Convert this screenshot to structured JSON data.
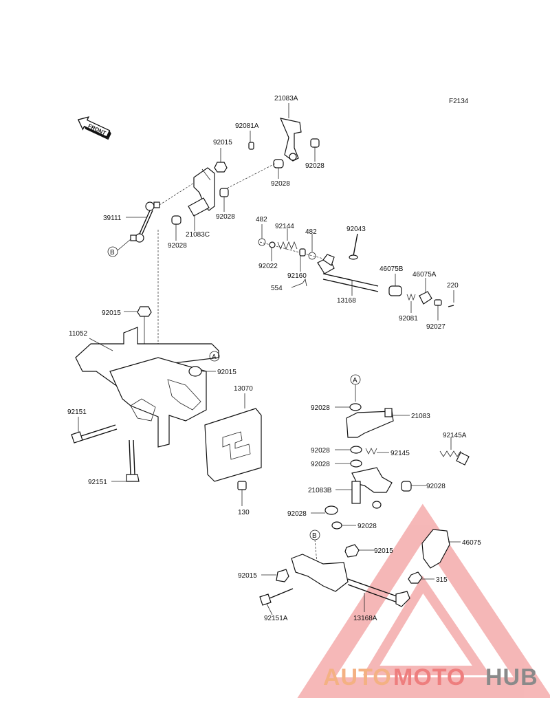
{
  "diagram_code": "F2134",
  "front_label": "FRONT",
  "ref_markers": {
    "a": "A",
    "b": "B"
  },
  "parts": {
    "p21083A": "21083A",
    "p92081A": "92081A",
    "p92015_top": "92015",
    "p92028_a": "92028",
    "p92028_b": "92028",
    "p92028_c": "92028",
    "p39111": "39111",
    "p21083C": "21083C",
    "p92028_d": "92028",
    "p482_a": "482",
    "p92144": "92144",
    "p482_b": "482",
    "p92043": "92043",
    "p92022": "92022",
    "p92160": "92160",
    "p554": "554",
    "p13168": "13168",
    "p46075B": "46075B",
    "p46075A": "46075A",
    "p220": "220",
    "p92081": "92081",
    "p92027": "92027",
    "p92015_mid": "92015",
    "p11052": "11052",
    "p92015_a": "92015",
    "p13070": "13070",
    "p92151_a": "92151",
    "p92151_b": "92151",
    "p130": "130",
    "p92028_e": "92028",
    "p21083": "21083",
    "p92145A": "92145A",
    "p92028_f": "92028",
    "p92145": "92145",
    "p92028_g": "92028",
    "p21083B": "21083B",
    "p92028_h": "92028",
    "p92028_i": "92028",
    "p92028_j": "92028",
    "p46075": "46075",
    "p92015_b": "92015",
    "p92015_c": "92015",
    "p315": "315",
    "p92151A": "92151A",
    "p13168A": "13168A"
  },
  "watermark": {
    "part1": "AUTO",
    "part2": "MOTO",
    "part3": "HUB"
  },
  "colors": {
    "watermark_red": "#ee7e7e",
    "watermark_orange": "#f4b183",
    "watermark_gray": "#8a8a8a"
  }
}
